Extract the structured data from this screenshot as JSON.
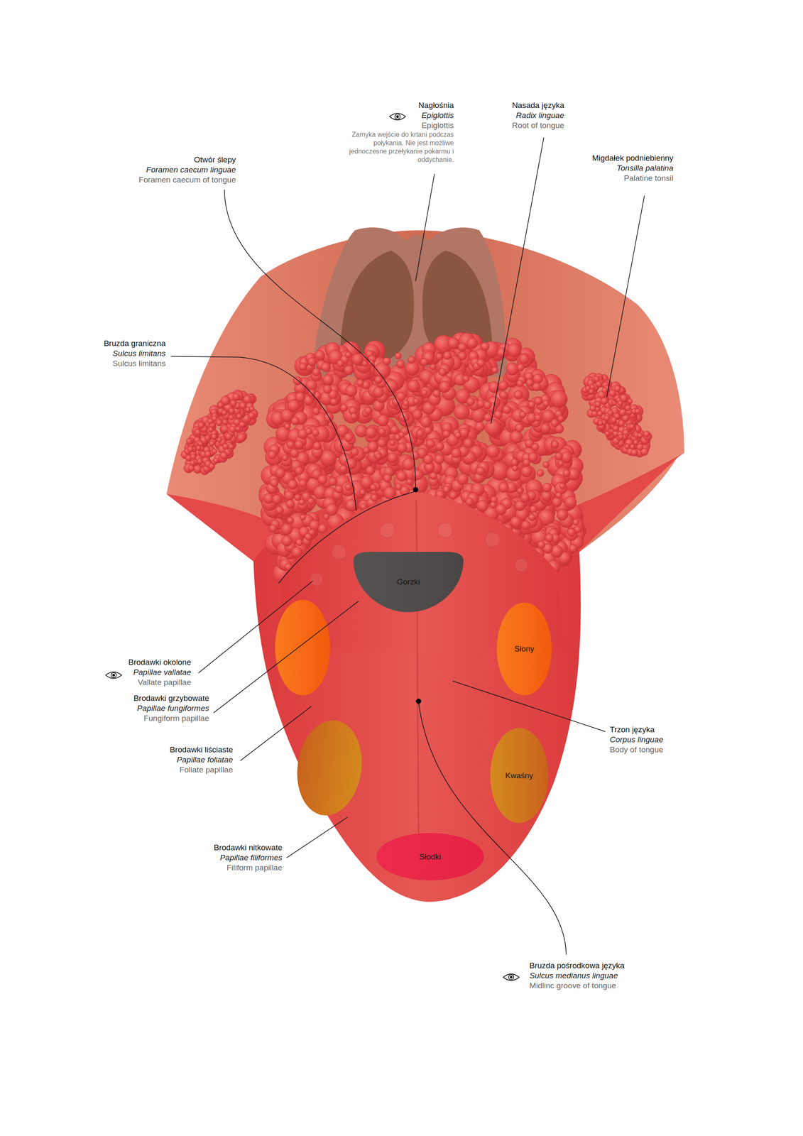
{
  "diagram": {
    "nodes": [
      {
        "text": [
          "Gorzki"
        ]
      },
      {
        "text": [
          "Słony"
        ]
      },
      {
        "text": [
          "Kwaśny"
        ]
      },
      {
        "text": [
          "Słodki"
        ]
      }
    ],
    "labels": [
      "Nagłośnia",
      "Epiglottis",
      "Epiglottis",
      "Zamyka wejście do krtani podczas połykania. Nie jest możliwe jednoczesne przełykanie pokarmu i oddychanie.",
      "Nasada języka",
      "Radix linguae",
      "Root of tongue",
      "Otwór ślepy",
      "Foramen caecum linguae",
      "Foramen caecum of tongue",
      "Migdałek podniebienny",
      "Tonsilla palatina",
      "Palatine tonsil",
      "Bruzda graniczna",
      "Sulcus limitans",
      "Sulcus limitans",
      "Brodawki okolone",
      "Papillae vallatae",
      "Vallate papillae",
      "Brodawki grzybowate",
      "Papillae fungiformes",
      "Fungiform papillae",
      "Trzon języka",
      "Corpus linguae",
      "Body of tongue",
      "Brodawki liściaste",
      "Papillae foliatae",
      "Foliate papillae",
      "Brodawki nitkowate",
      "Papillae filiformes",
      "Filiform papillae",
      "Bruzda pośrodkowa języka",
      "Sulcus medianus linguae",
      "Midlinc groove of tongue"
    ]
  }
}
